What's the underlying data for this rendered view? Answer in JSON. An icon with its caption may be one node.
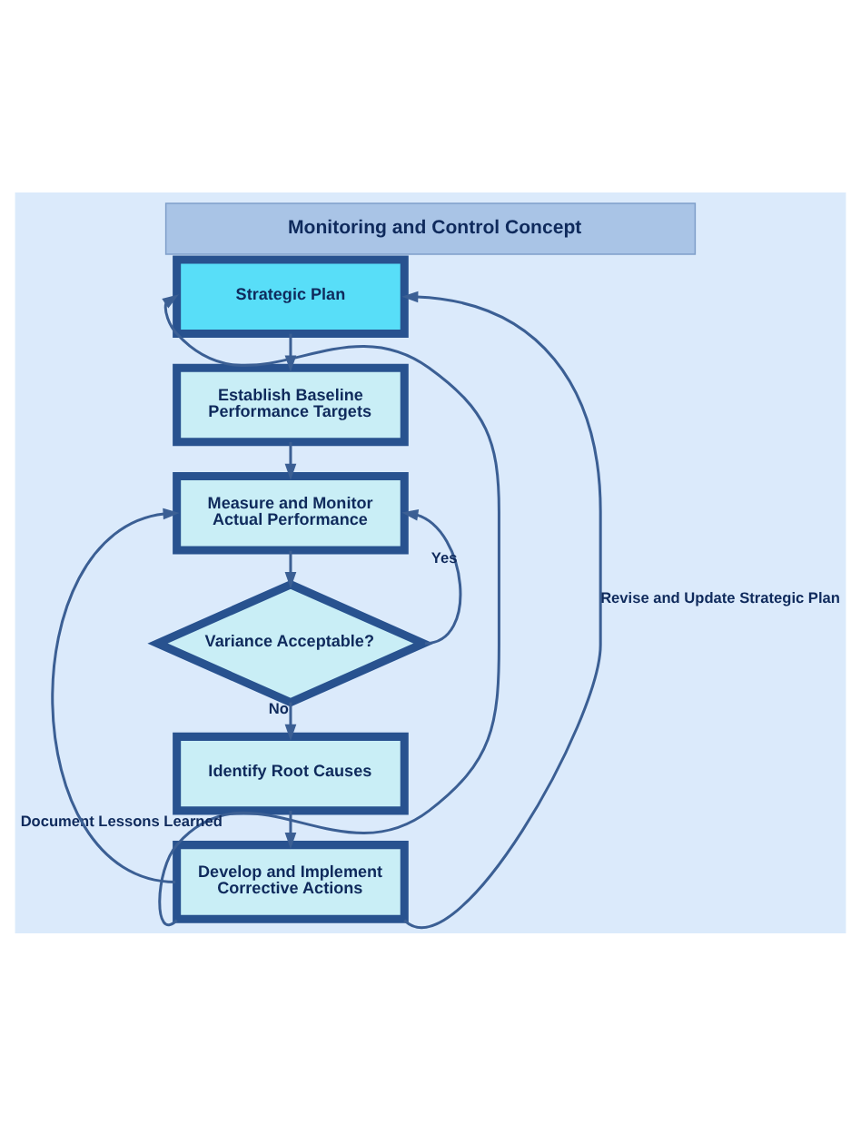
{
  "diagram": {
    "title": "Monitoring and Control Concept",
    "nodes": [
      {
        "text": [
          "Strategic Plan"
        ]
      },
      {
        "text": [
          "Establish Baseline Performance Targets"
        ]
      },
      {
        "text": [
          "Measure and Monitor Actual Performance"
        ]
      },
      {
        "text": [
          "Variance Acceptable?"
        ]
      },
      {
        "text": [
          "Identify Root Causes"
        ]
      },
      {
        "text": [
          "Develop and Implement Corrective Actions"
        ]
      }
    ],
    "edges": [
      {
        "from": 0,
        "to": 1,
        "arrow": "to"
      },
      {
        "from": 1,
        "to": 2,
        "arrow": "to"
      },
      {
        "from": 2,
        "to": 3,
        "arrow": "to"
      },
      {
        "from": 3,
        "to": 2,
        "label": "Yes",
        "arrow": "to"
      },
      {
        "from": 3,
        "to": 4,
        "label": "No",
        "arrow": "to"
      },
      {
        "from": 4,
        "to": 5,
        "arrow": "to"
      },
      {
        "from": 5,
        "to": 2,
        "arrow": "to"
      },
      {
        "from": 5,
        "to": 0,
        "label": "Document Lessons Learned",
        "arrow": "to"
      },
      {
        "from": 5,
        "to": 0,
        "label": "Revise and Update Strategic Plan",
        "arrow": "to"
      }
    ]
  }
}
